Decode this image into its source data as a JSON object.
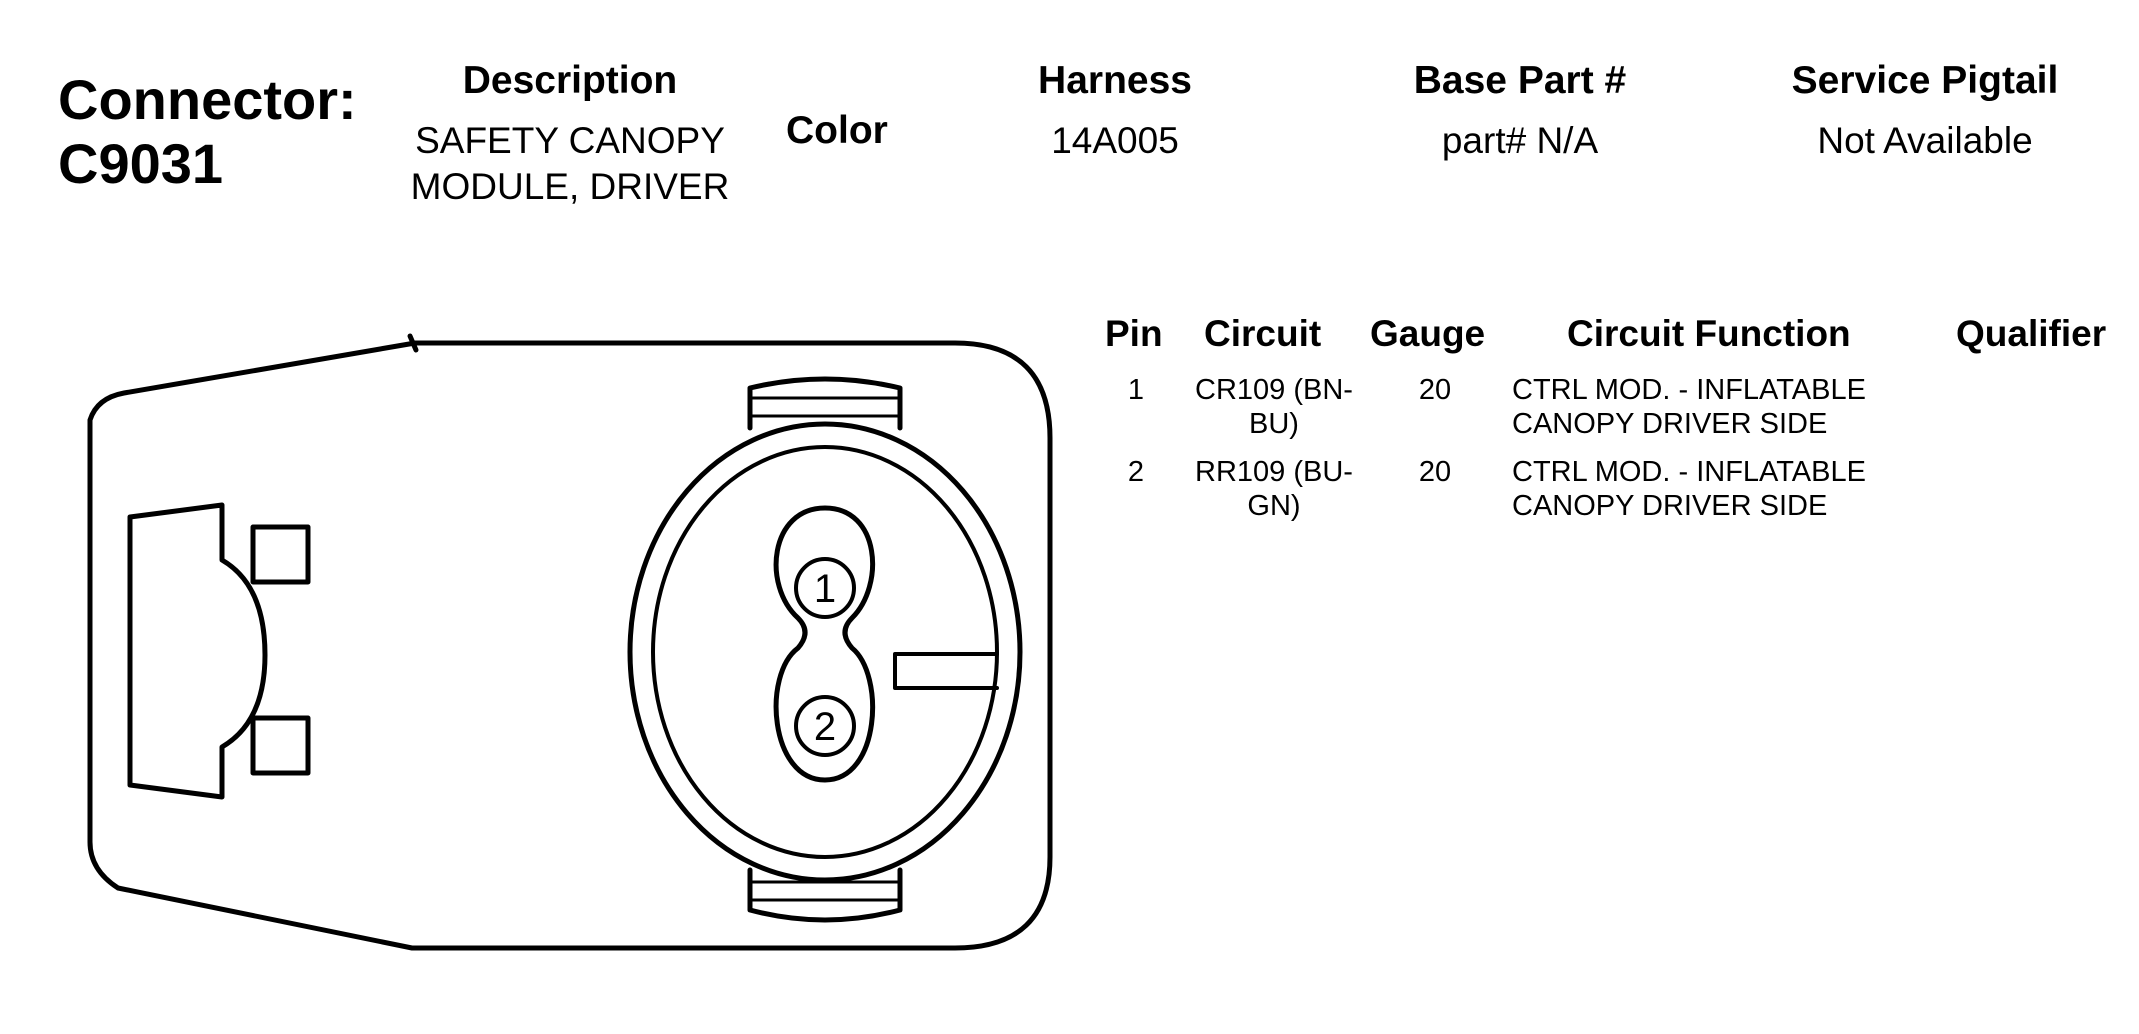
{
  "connector": {
    "label": "Connector:",
    "id": "C9031"
  },
  "header": {
    "description_label": "Description",
    "description_value": "SAFETY CANOPY MODULE, DRIVER",
    "color_label": "Color",
    "harness_label": "Harness",
    "harness_value": "14A005",
    "base_part_label": "Base Part #",
    "base_part_value": "part# N/A",
    "service_pigtail_label": "Service Pigtail",
    "service_pigtail_value": "Not Available"
  },
  "pin_table": {
    "columns": [
      "Pin",
      "Circuit",
      "Gauge",
      "Circuit Function",
      "Qualifier"
    ],
    "rows": [
      {
        "pin": "1",
        "circuit": "CR109 (BN-BU)",
        "gauge": "20",
        "function": "CTRL MOD. - INFLATABLE CANOPY DRIVER SIDE",
        "qualifier": ""
      },
      {
        "pin": "2",
        "circuit": "RR109 (BU-GN)",
        "gauge": "20",
        "function": "CTRL MOD. - INFLATABLE CANOPY DRIVER SIDE",
        "qualifier": ""
      }
    ]
  },
  "diagram": {
    "pin_labels": [
      "1",
      "2"
    ]
  }
}
